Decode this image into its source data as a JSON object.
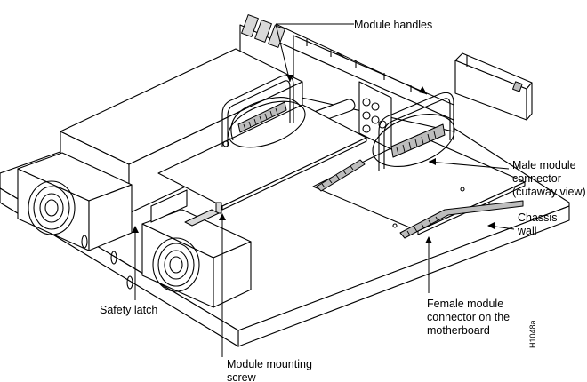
{
  "labels": {
    "module_handles": "Module handles",
    "male_connector_1": "Male module",
    "male_connector_2": "connector",
    "male_connector_3": "(cutaway view)",
    "chassis_wall_1": "Chassis",
    "chassis_wall_2": "wall",
    "female_connector_1": "Female module",
    "female_connector_2": "connector on the",
    "female_connector_3": "motherboard",
    "safety_latch": "Safety latch",
    "mounting_screw_1": "Module mounting",
    "mounting_screw_2": "screw",
    "figure_id": "H1048a"
  }
}
